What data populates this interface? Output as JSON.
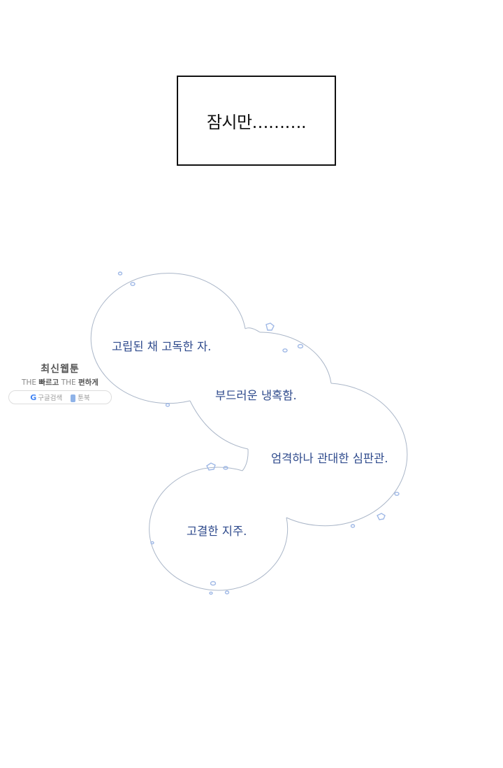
{
  "caption": "잠시만……….",
  "bubble_lines": {
    "line1": "고립된 채 고독한 자.",
    "line2": "부드러운 냉혹함.",
    "line3": "엄격하나 관대한 심판관.",
    "line4": "고결한 지주."
  },
  "watermark": {
    "title": "최신웹툰",
    "the1": "THE",
    "fast": "빠르고",
    "the2": "THE",
    "easy": "편하게",
    "google_label": "구글검색",
    "toon_label": "툰북"
  },
  "colors": {
    "text_blue": "#2e4a8c",
    "cloud_outline": "#aab6c8",
    "sparkle": "#9fb8e6"
  }
}
